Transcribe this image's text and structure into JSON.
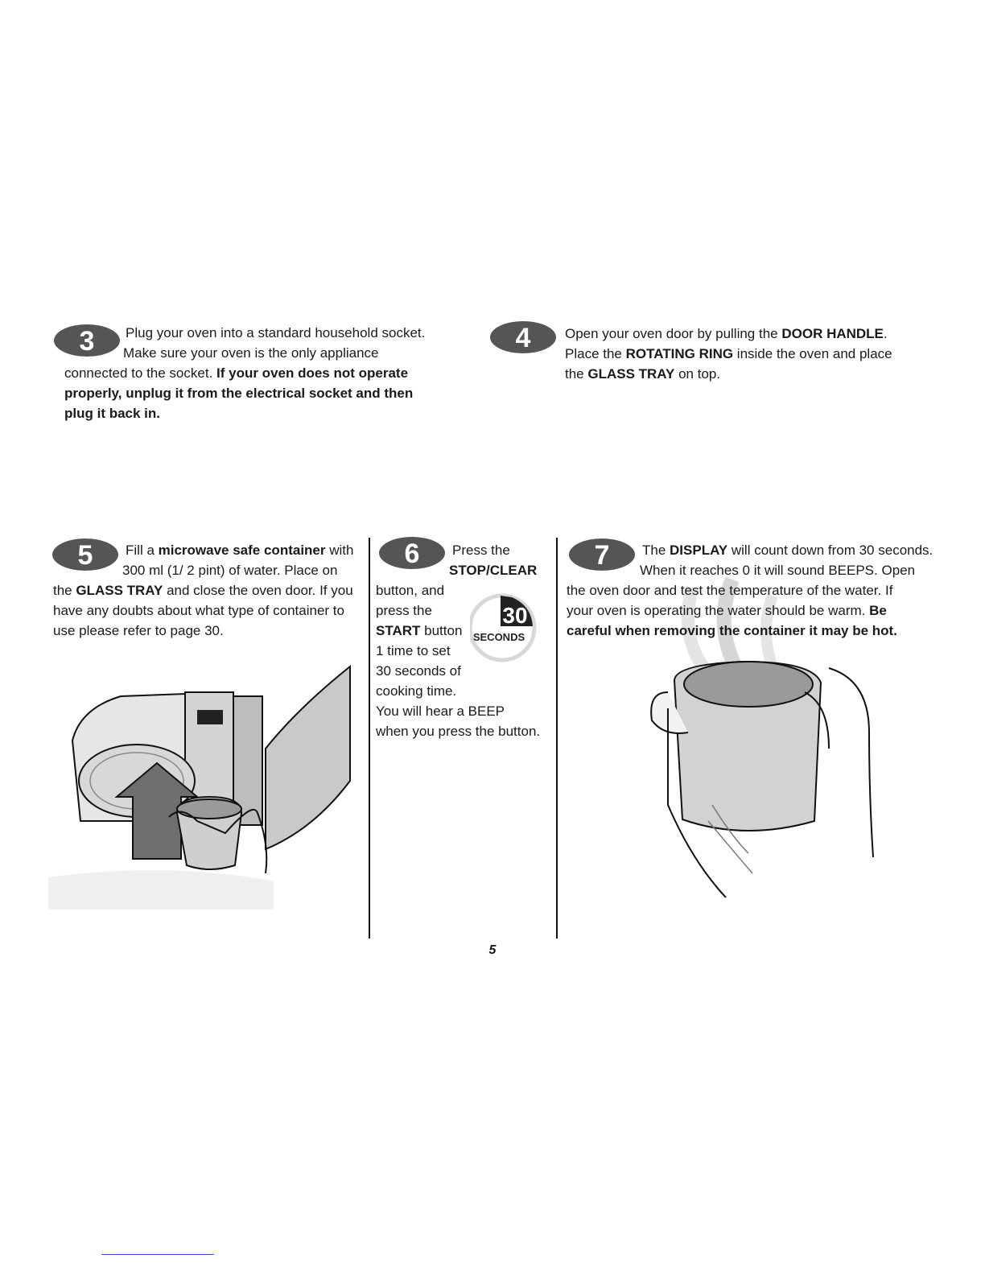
{
  "steps": {
    "s3": {
      "num": "3",
      "p1": "Plug your oven into a standard household socket.",
      "p2": "Make sure your oven is the only appliance",
      "p3a": "connected to the socket. ",
      "p3b": "If your oven does not operate",
      "p4": "properly, unplug it from the electrical socket and then",
      "p5": "plug it back in."
    },
    "s4": {
      "num": "4",
      "l1a": "Open your oven door by pulling the ",
      "l1b": "DOOR HANDLE",
      "l1c": ".",
      "l2a": "Place the ",
      "l2b": "ROTATING RING",
      "l2c": " inside the oven and place",
      "l3a": "the ",
      "l3b": "GLASS TRAY",
      "l3c": " on top."
    },
    "s5": {
      "num": "5",
      "l1a": "Fill a ",
      "l1b": "microwave safe container",
      "l1c": " with",
      "l2": "300 ml (1/ 2 pint) of water. Place on",
      "l3a": "the ",
      "l3b": "GLASS TRAY",
      "l3c": " and close the oven door. If you",
      "l4": "have any doubts about what type of container to",
      "l5": "use please refer to page 30."
    },
    "s6": {
      "num": "6",
      "l1": "Press the",
      "l2": "STOP/CLEAR",
      "l3": "button, and",
      "l4": "press the",
      "l5a": "START",
      "l5b": " button",
      "l6": "1 time to set",
      "l7": "30 seconds of",
      "l8": "cooking time.",
      "l9": "You will hear a BEEP",
      "l10": "when you press the button.",
      "timer_value": "30",
      "timer_unit": "SECONDS"
    },
    "s7": {
      "num": "7",
      "l1a": "The ",
      "l1b": "DISPLAY",
      "l1c": " will count down from 30 seconds.",
      "l2": "When it reaches  0 it will sound BEEPS. Open",
      "l3": "the oven door and test the temperature of the water. If",
      "l4a": "your oven is operating the water should be warm. ",
      "l4b": "Be",
      "l5": "careful when removing the container it may be hot."
    }
  },
  "page_number": "5",
  "colors": {
    "badge": "#555555",
    "badge_text": "#ffffff",
    "ink": "#1a1a1a"
  }
}
